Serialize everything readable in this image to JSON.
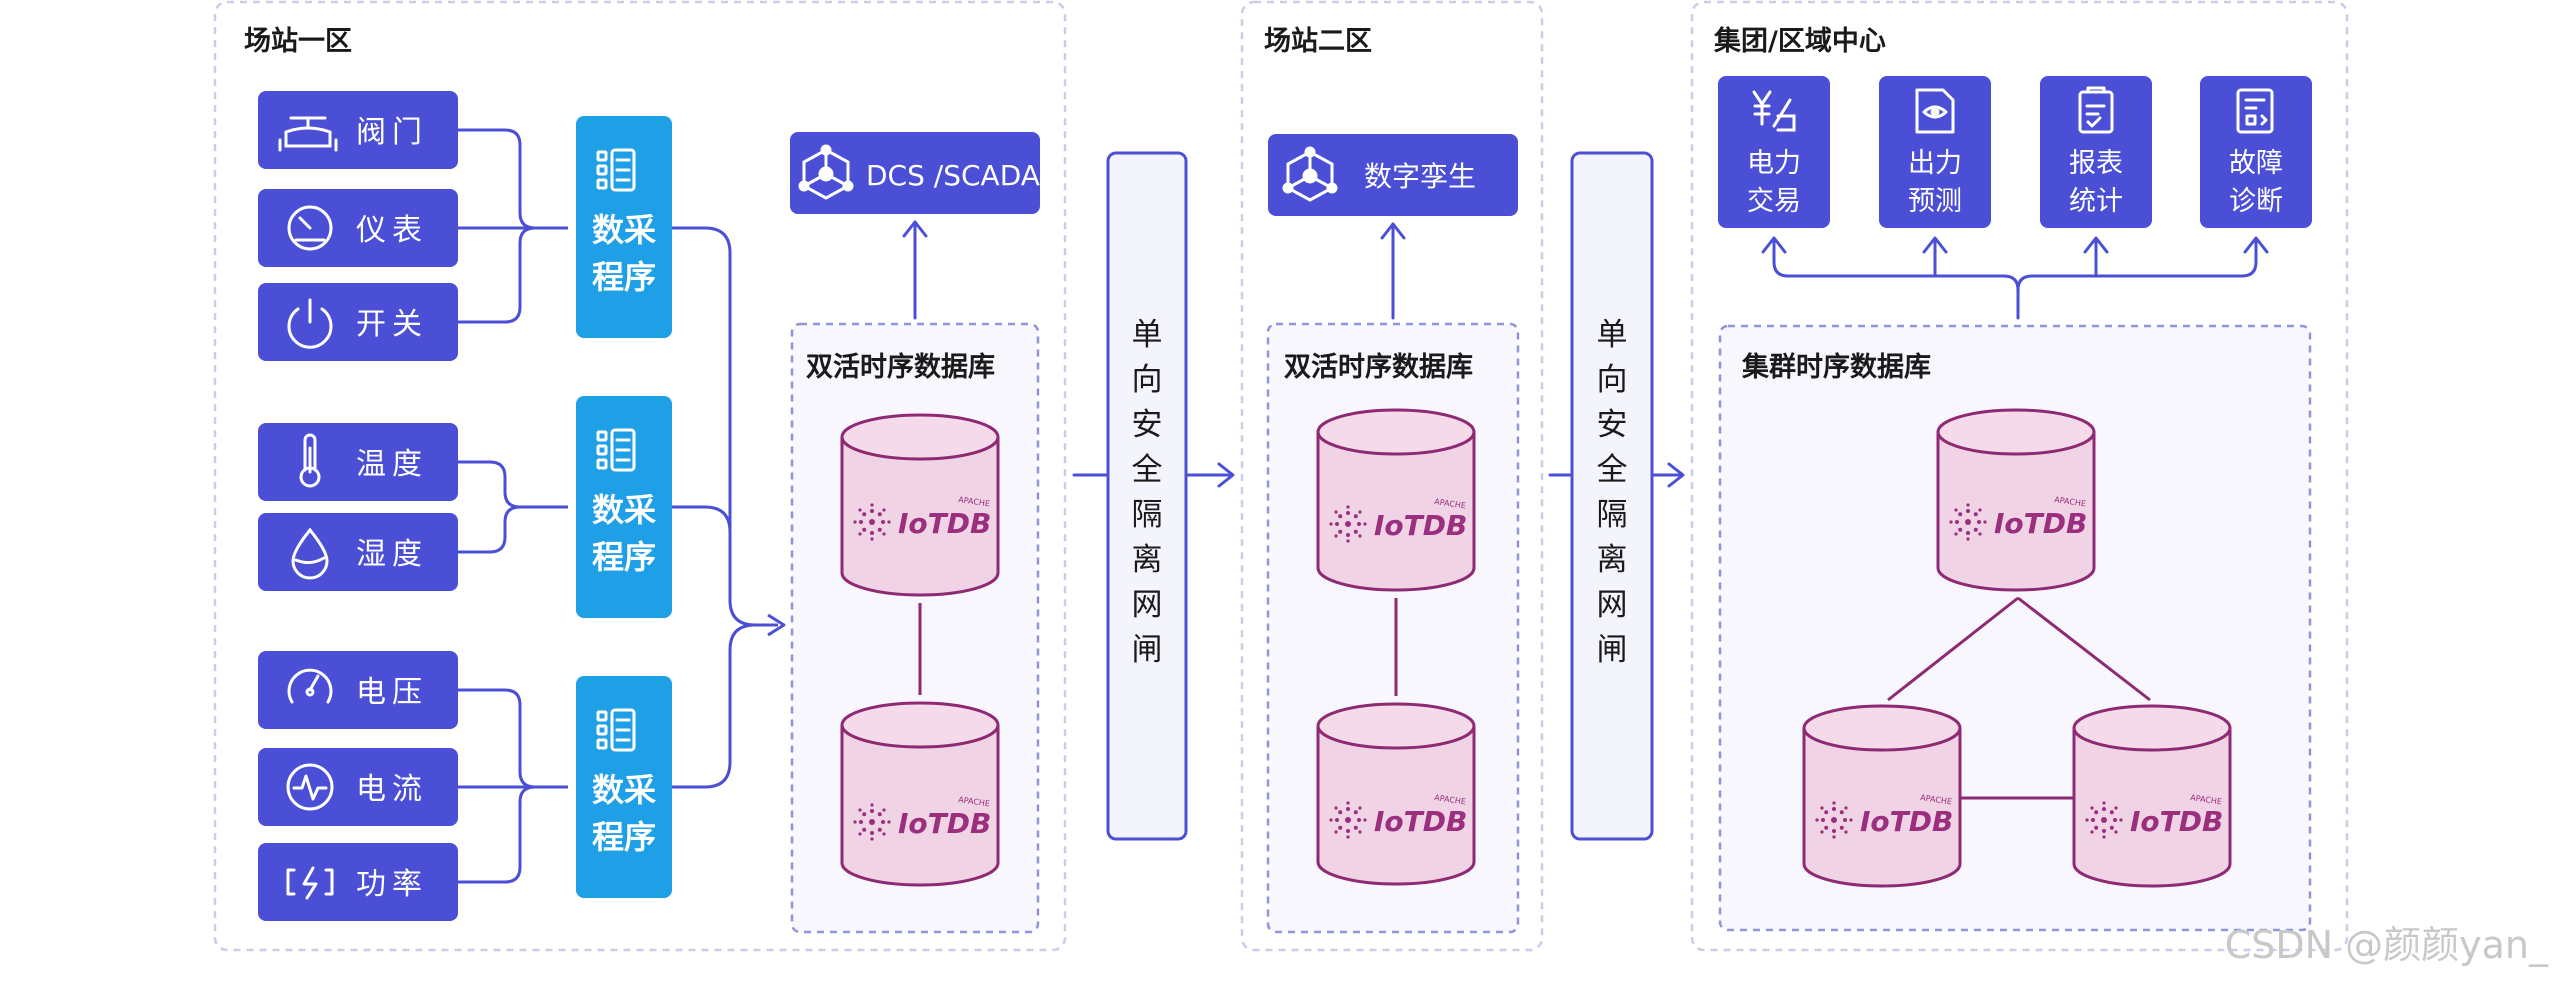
{
  "zones": {
    "zone1": "场站一区",
    "zone2": "场站二区",
    "zone3": "集团/区域中心"
  },
  "sensors": {
    "valve": "阀门",
    "meter": "仪表",
    "switch": "开关",
    "temperature": "温度",
    "humidity": "湿度",
    "voltage": "电压",
    "current": "电流",
    "power": "功率"
  },
  "collector": {
    "line1": "数采",
    "line2": "程序"
  },
  "dcs": "DCS /SCADA",
  "digital_twin": "数字孪生",
  "dual_db_label": "双活时序数据库",
  "cluster_db_label": "集群时序数据库",
  "gateway_chars": [
    "单",
    "向",
    "安",
    "全",
    "隔",
    "离",
    "网",
    "闸"
  ],
  "db_logo": {
    "brand": "IoTDB",
    "apache": "APACHE"
  },
  "apps": {
    "power_trading": {
      "line1": "电力",
      "line2": "交易"
    },
    "output_forecast": {
      "line1": "出力",
      "line2": "预测"
    },
    "report_stats": {
      "line1": "报表",
      "line2": "统计"
    },
    "fault_diagnosis": {
      "line1": "故障",
      "line2": "诊断"
    }
  },
  "watermark": "CSDN @颜颜yan_",
  "colors": {
    "sensor_fill": "#4a4fd6",
    "collector_fill": "#1fa0e6",
    "gateway_stroke": "#4a4fd6",
    "gateway_fill": "#f4f5fc",
    "zone_border": "#c9cdea",
    "db_fill": "#f1d3e6",
    "db_stroke": "#8e2a73",
    "arrow": "#4a4fd6"
  }
}
